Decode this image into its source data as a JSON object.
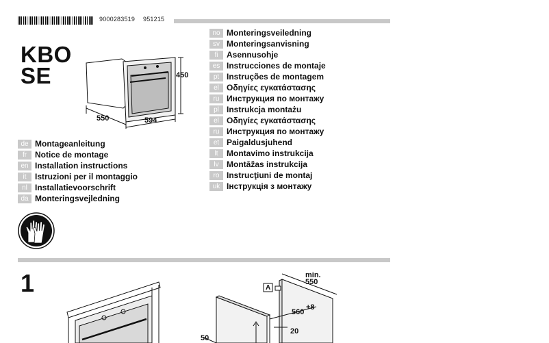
{
  "header": {
    "barcode_number": "9000283519",
    "date_code": "951215"
  },
  "model": {
    "line1": "KBO",
    "line2": "SE"
  },
  "oven_dimensions": {
    "height": "450",
    "depth": "550",
    "width": "594"
  },
  "languages_left": [
    {
      "code": "de",
      "label": "Montageanleitung"
    },
    {
      "code": "fr",
      "label": "Notice de montage"
    },
    {
      "code": "en",
      "label": "Installation instructions"
    },
    {
      "code": "it",
      "label": "Istruzioni per il montaggio"
    },
    {
      "code": "nl",
      "label": "Installatievoorschrift"
    },
    {
      "code": "da",
      "label": "Monteringsvejledning"
    }
  ],
  "languages_right": [
    {
      "code": "no",
      "label": "Monteringsveiledning"
    },
    {
      "code": "sv",
      "label": "Monteringsanvisning"
    },
    {
      "code": "fi",
      "label": "Asennusohje"
    },
    {
      "code": "es",
      "label": "Instrucciones de montaje"
    },
    {
      "code": "pt",
      "label": "Instruções de montagem"
    },
    {
      "code": "el",
      "label": "Οδηγίες εγκατάστασης"
    },
    {
      "code": "ru",
      "label": "Инструкция по монтажу"
    },
    {
      "code": "pl",
      "label": "Instrukcja montażu"
    },
    {
      "code": "el",
      "label": "Οδηγίες εγκατάστασης"
    },
    {
      "code": "ru",
      "label": "Инструкция по монтажу"
    },
    {
      "code": "et",
      "label": "Paigaldusjuhend"
    },
    {
      "code": "lt",
      "label": "Montavimo instrukcija"
    },
    {
      "code": "lv",
      "label": "Montāžas instrukcija"
    },
    {
      "code": "ro",
      "label": "Instrucţiuni de montaj"
    },
    {
      "code": "uk",
      "label": "Інструкція з монтажу"
    }
  ],
  "safety_icon": "protective-gloves-icon",
  "step": {
    "number": "1",
    "cabinet_label": "A",
    "min_label": "min.",
    "min_value": "550",
    "opening_value": "560",
    "opening_tolerance": "+8",
    "gap_value": "20",
    "panel_value": "50"
  }
}
